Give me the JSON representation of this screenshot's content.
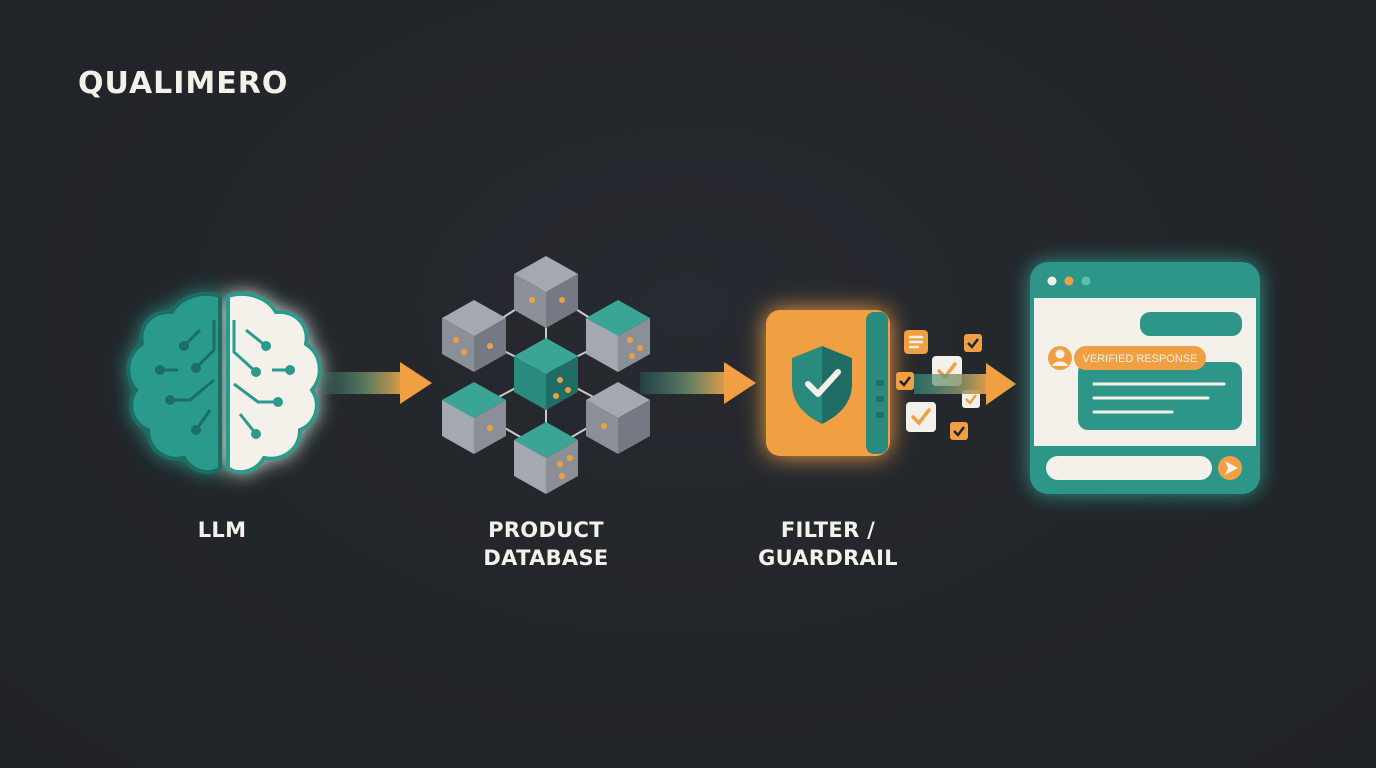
{
  "brand": {
    "name": "QUALIMERO"
  },
  "steps": [
    {
      "label": "LLM",
      "icon": "brain-circuit-icon"
    },
    {
      "label_line1": "PRODUCT",
      "label_line2": "DATABASE",
      "icon": "cube-network-icon"
    },
    {
      "label_line1": "FILTER /",
      "label_line2": "GUARDRAIL",
      "icon": "shield-check-icon"
    },
    {
      "icon": "chat-window-icon"
    }
  ],
  "chat": {
    "badge": "VERIFIED RESPONSE"
  },
  "colors": {
    "background": "#23262b",
    "teal": "#2e9688",
    "teal_glow": "#3fd1bf",
    "orange": "#f0a043",
    "cream": "#f4f1ea",
    "slate": "#8e939c"
  }
}
